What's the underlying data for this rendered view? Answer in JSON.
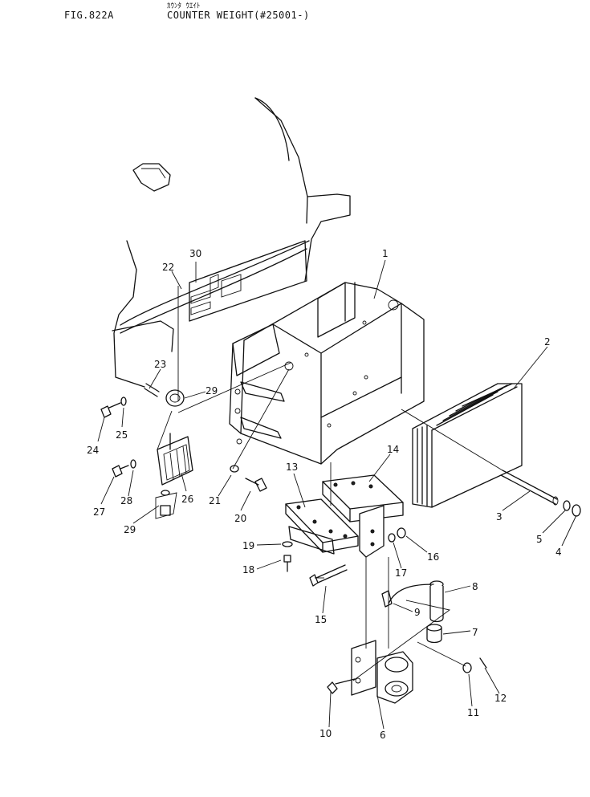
{
  "header": {
    "fig_no": "FIG.822A",
    "title": "COUNTER WEIGHT(#25001-)",
    "title_kana": "ｶｳﾝﾀ ｳｴｲﾄ"
  },
  "callouts": [
    "1",
    "2",
    "3",
    "4",
    "5",
    "6",
    "7",
    "8",
    "9",
    "10",
    "11",
    "12",
    "13",
    "14",
    "15",
    "16",
    "17",
    "18",
    "19",
    "20",
    "21",
    "22",
    "23",
    "24",
    "25",
    "26",
    "27",
    "28",
    "29",
    "29",
    "30"
  ]
}
